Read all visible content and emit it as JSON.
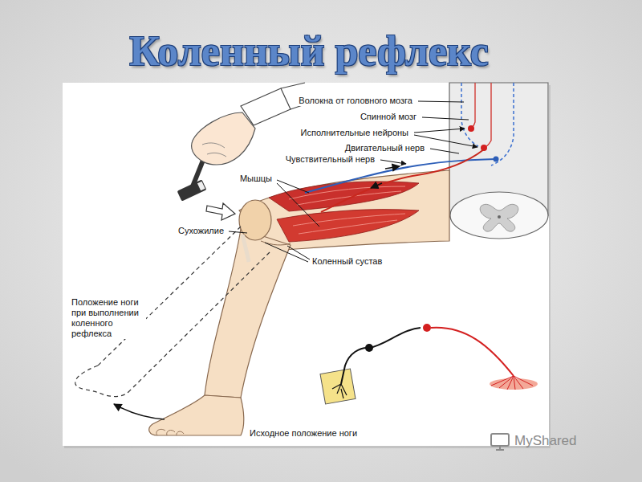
{
  "diagram": {
    "title": "Коленный рефлекс",
    "labels": [
      "Волокна от головного мозга",
      "Спинной мозг",
      "Исполнительные нейроны",
      "Двигательный нерв",
      "Чувствительный нерв",
      "Мышцы",
      "Сухожилие",
      "Коленный сустав",
      "Положение ноги при выполнении коленного рефлекса",
      "Исходное положение ноги",
      "MyShared"
    ]
  }
}
